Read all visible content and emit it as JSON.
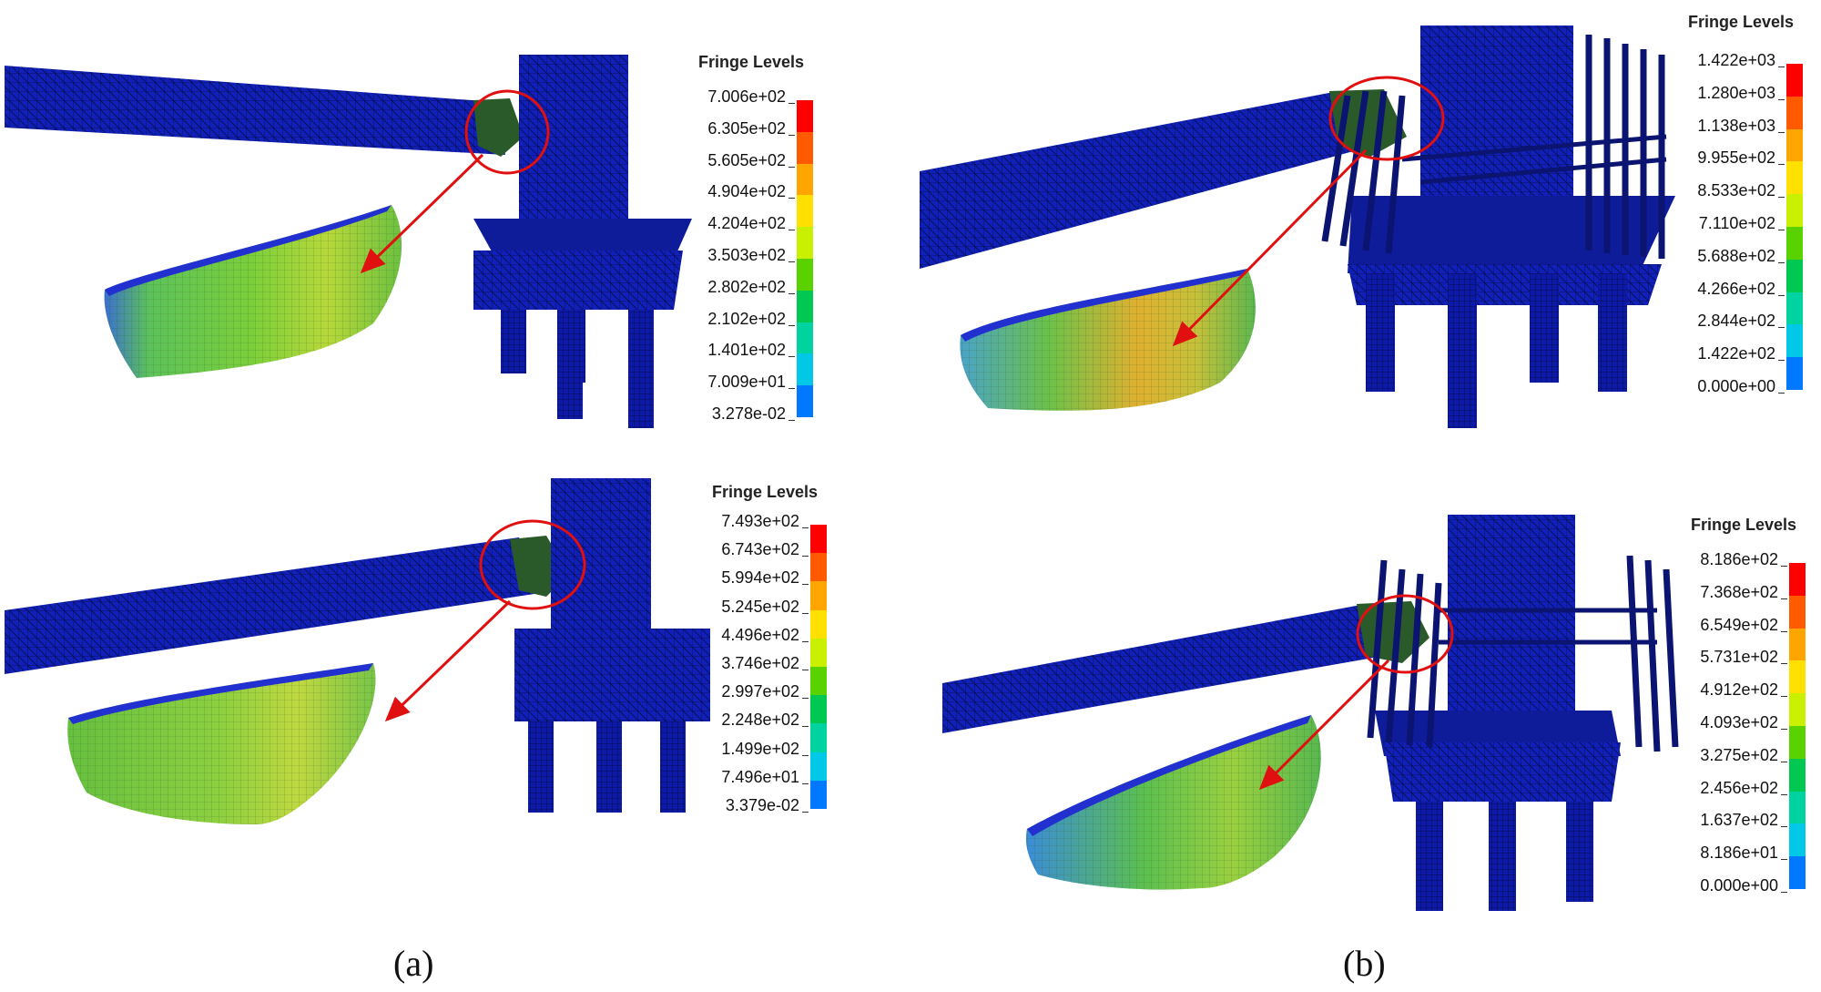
{
  "panels": [
    {
      "id": "a-top",
      "legend_title": "Fringe Levels",
      "levels": [
        "7.006e+02",
        "6.305e+02",
        "5.605e+02",
        "4.904e+02",
        "4.204e+02",
        "3.503e+02",
        "2.802e+02",
        "2.102e+02",
        "1.401e+02",
        "7.009e+01",
        "3.278e-02"
      ]
    },
    {
      "id": "b-top",
      "legend_title": "Fringe Levels",
      "levels": [
        "1.422e+03",
        "1.280e+03",
        "1.138e+03",
        "9.955e+02",
        "8.533e+02",
        "7.110e+02",
        "5.688e+02",
        "4.266e+02",
        "2.844e+02",
        "1.422e+02",
        "0.000e+00"
      ]
    },
    {
      "id": "a-bottom",
      "legend_title": "Fringe Levels",
      "levels": [
        "7.493e+02",
        "6.743e+02",
        "5.994e+02",
        "5.245e+02",
        "4.496e+02",
        "3.746e+02",
        "2.997e+02",
        "2.248e+02",
        "1.499e+02",
        "7.496e+01",
        "3.379e-02"
      ]
    },
    {
      "id": "b-bottom",
      "legend_title": "Fringe Levels",
      "levels": [
        "8.186e+02",
        "7.368e+02",
        "6.549e+02",
        "5.731e+02",
        "4.912e+02",
        "4.093e+02",
        "3.275e+02",
        "2.456e+02",
        "1.637e+02",
        "8.186e+01",
        "0.000e+00"
      ]
    }
  ],
  "fringe_colors": [
    "#ff0000",
    "#ff5a00",
    "#ffa500",
    "#ffe000",
    "#c8f000",
    "#5ad200",
    "#00c850",
    "#00d2a0",
    "#00c8e6",
    "#0078ff",
    "#0000ff"
  ],
  "captions": {
    "a": "(a)",
    "b": "(b)"
  }
}
